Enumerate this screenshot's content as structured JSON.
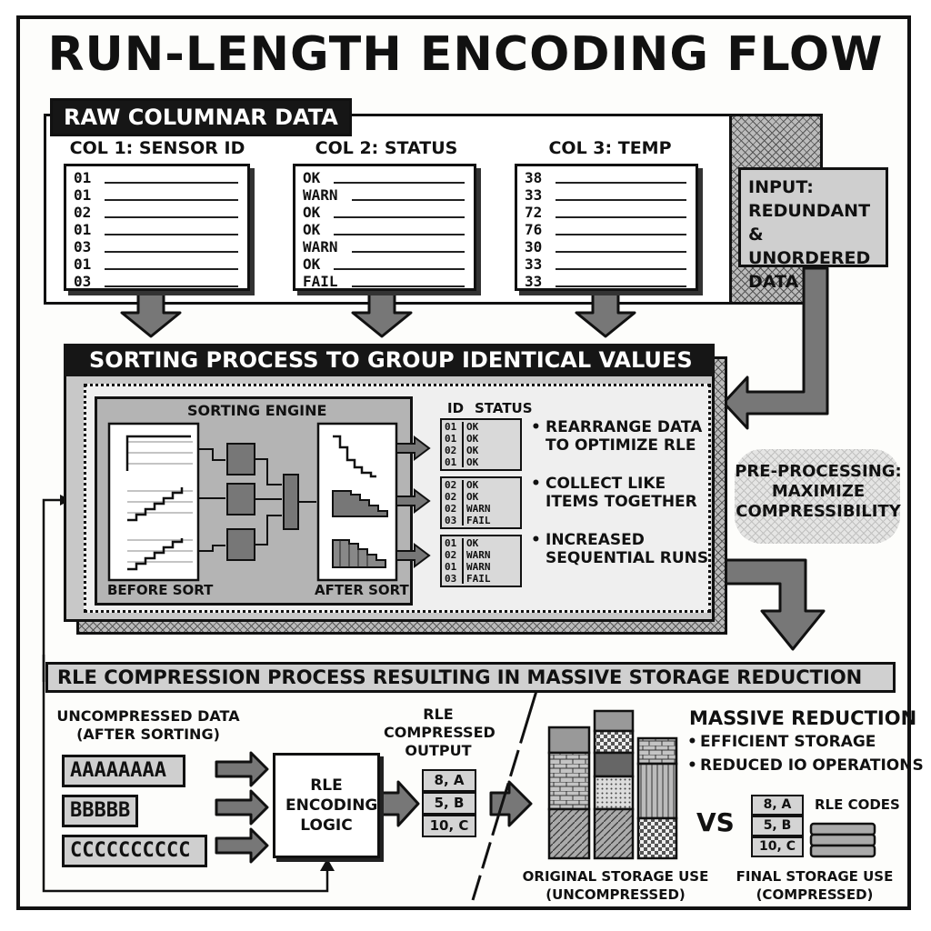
{
  "title": "RUN-LENGTH ENCODING FLOW",
  "raw": {
    "header": "RAW COLUMNAR DATA",
    "columns": [
      {
        "title": "COL 1: SENSOR ID",
        "values": [
          "01",
          "01",
          "02",
          "01",
          "03",
          "01",
          "03"
        ]
      },
      {
        "title": "COL 2: STATUS",
        "values": [
          "OK",
          "WARN",
          "OK",
          "OK",
          "WARN",
          "OK",
          "FAIL"
        ]
      },
      {
        "title": "COL 3: TEMP",
        "values": [
          "38",
          "33",
          "72",
          "76",
          "30",
          "33",
          "33"
        ]
      }
    ],
    "input_note": "INPUT: REDUNDANT & UNORDERED DATA"
  },
  "sorting": {
    "header": "SORTING PROCESS TO GROUP IDENTICAL VALUES",
    "engine_label": "SORTING ENGINE",
    "before_label": "BEFORE SORT",
    "after_label": "AFTER SORT",
    "table_headers": {
      "id": "ID",
      "status": "STATUS"
    },
    "groups": [
      {
        "ids": [
          "01",
          "01",
          "02",
          "01"
        ],
        "statuses": [
          "OK",
          "OK",
          "OK",
          "OK"
        ]
      },
      {
        "ids": [
          "02",
          "02",
          "02",
          "03"
        ],
        "statuses": [
          "OK",
          "OK",
          "WARN",
          "FAIL"
        ]
      },
      {
        "ids": [
          "01",
          "02",
          "01",
          "03"
        ],
        "statuses": [
          "OK",
          "WARN",
          "WARN",
          "FAIL"
        ]
      }
    ],
    "bullets": [
      "REARRANGE DATA TO OPTIMIZE RLE",
      "COLLECT LIKE ITEMS TOGETHER",
      "INCREASED SEQUENTIAL RUNS"
    ],
    "preprocessing_note": "PRE-PROCESSING: MAXIMIZE COMPRESSIBILITY"
  },
  "rle": {
    "header": "RLE COMPRESSION PROCESS RESULTING IN MASSIVE STORAGE REDUCTION",
    "uncompressed_label": "UNCOMPRESSED DATA (AFTER SORTING)",
    "runs": [
      "AAAAAAAA",
      "BBBBB",
      "CCCCCCCCCC"
    ],
    "logic_label": "RLE ENCODING LOGIC",
    "output_label": "RLE COMPRESSED OUTPUT",
    "output_codes": [
      "8, A",
      "5, B",
      "10, C"
    ],
    "reduction_title": "MASSIVE REDUCTION",
    "reduction_bullets": [
      "EFFICIENT STORAGE",
      "REDUCED IO OPERATIONS"
    ],
    "vs": "VS",
    "rle_codes_label": "RLE CODES",
    "original_label": "ORIGINAL STORAGE USE (UNCOMPRESSED)",
    "final_label": "FINAL STORAGE USE (COMPRESSED)"
  }
}
